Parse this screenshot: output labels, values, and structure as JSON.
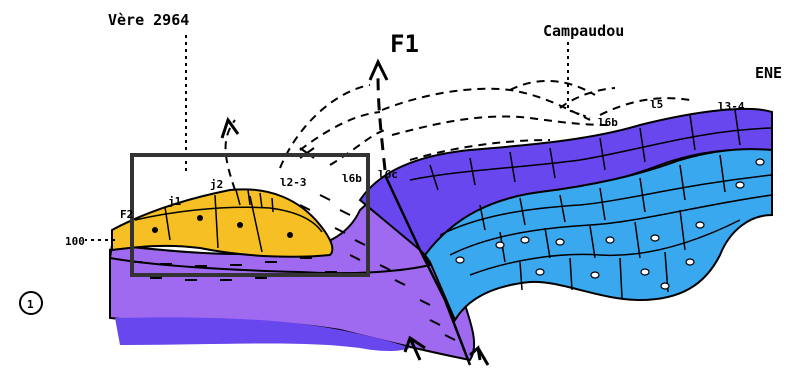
{
  "labels": {
    "vere": "Vère 2964",
    "campaudou": "Campaudou",
    "ene": "ENE",
    "f1": "F1",
    "scale": "100",
    "f2": "F2",
    "j1": "j1",
    "j2": "j2",
    "l2_3": "l2-3",
    "l6b_left": "l6b",
    "l6c": "l6c",
    "l6b_right": "l6b",
    "l5": "l5",
    "l3_4": "l3-4",
    "figure_number": "1"
  },
  "colors": {
    "purple": "#a06af0",
    "violet_blue": "#6848ee",
    "cyan": "#3aa8ef",
    "yellow": "#f6c025",
    "outline": "#000000"
  }
}
